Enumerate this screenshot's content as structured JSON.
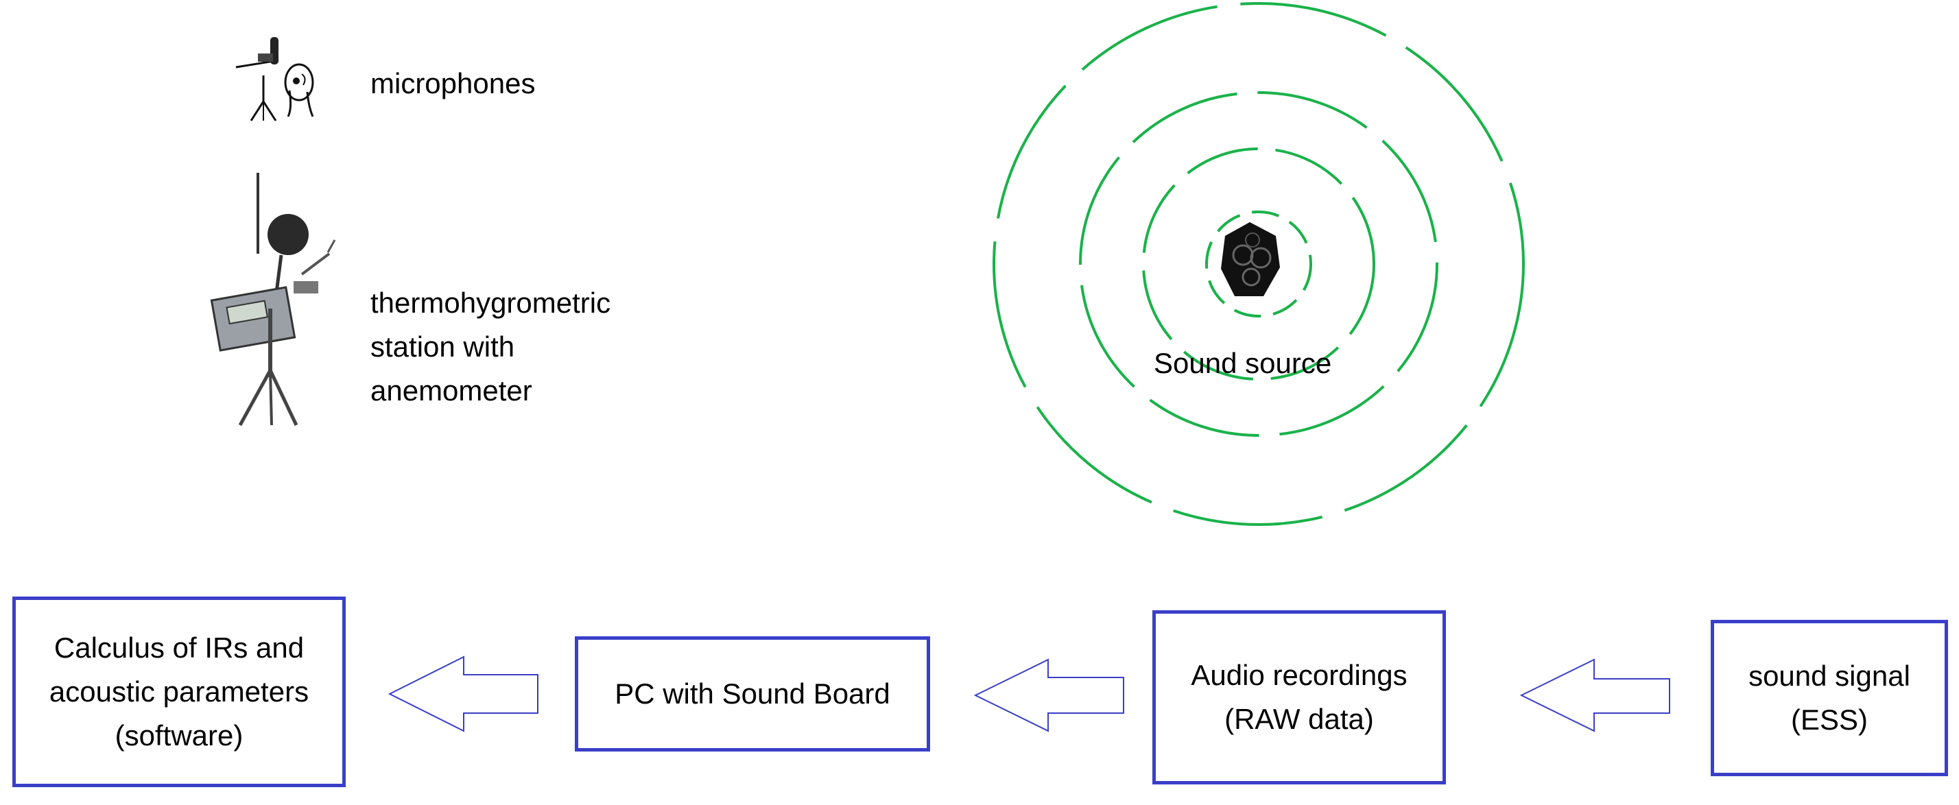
{
  "legend": {
    "microphones_label": "microphones",
    "station_label": "thermohygrometric\nstation with\nanemometer"
  },
  "source": {
    "label": "Sound source",
    "wave_color": "#1ab24a",
    "icon": "loudspeaker-icon"
  },
  "flow": {
    "box_border_color": "#3a3fc8",
    "arrow_color": "#3a3fc8",
    "boxes": [
      {
        "id": "calculus",
        "text": "Calculus of IRs and\nacoustic parameters\n(software)"
      },
      {
        "id": "pc",
        "text": "PC with Sound Board"
      },
      {
        "id": "audio",
        "text": "Audio recordings\n(RAW data)"
      },
      {
        "id": "signal",
        "text": "sound signal\n(ESS)"
      }
    ]
  }
}
